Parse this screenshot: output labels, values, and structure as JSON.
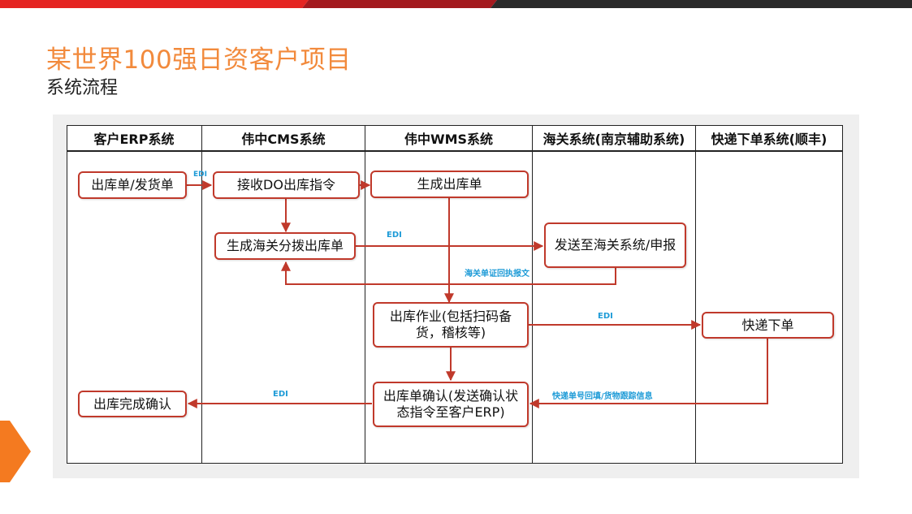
{
  "header": {
    "title": "某世界100强日资客户项目",
    "subtitle": "系统流程"
  },
  "colors": {
    "title": "#F28A3C",
    "node_border": "#C0392B",
    "arrow": "#C0392B",
    "edge_label": "#1E9BD7",
    "accent_tab": "#F47A20"
  },
  "lanes": [
    {
      "id": "erp",
      "label": "客户ERP系统"
    },
    {
      "id": "cms",
      "label": "伟中CMS系统"
    },
    {
      "id": "wms",
      "label": "伟中WMS系统"
    },
    {
      "id": "customs",
      "label": "海关系统(南京辅助系统)"
    },
    {
      "id": "express",
      "label": "快递下单系统(顺丰)"
    }
  ],
  "nodes": {
    "n1": "出库单/发货单",
    "n2": "接收DO出库指令",
    "n3": "生成出库单",
    "n4": "生成海关分拨出库单",
    "n5": "发送至海关系统/申报",
    "n6": "出库作业(包括扫码备货，稽核等)",
    "n7": "快递下单",
    "n8": "出库单确认(发送确认状态指令至客户ERP)",
    "n9": "出库完成确认"
  },
  "edge_labels": {
    "e1": "EDI",
    "e2": "EDI",
    "e3": "海关单证回执报文",
    "e4": "EDI",
    "e5": "快递单号回填/货物跟踪信息",
    "e6": "EDI"
  }
}
